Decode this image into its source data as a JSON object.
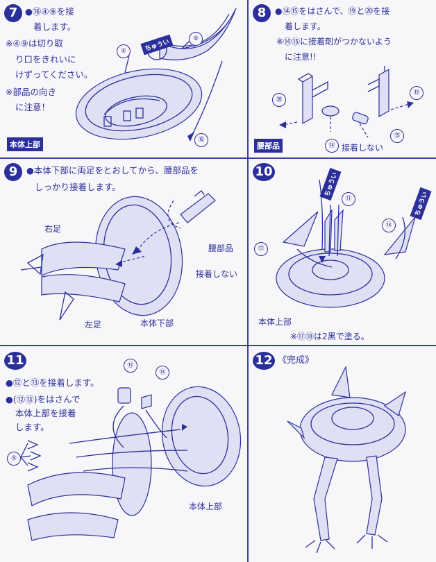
{
  "steps": [
    {
      "number": "7",
      "lines": [
        "●⑯④⑨を接",
        "着します。",
        "※④⑨は切り取",
        "り口をきれいに",
        "けずってください。",
        "※部品の向き",
        "に注意！"
      ],
      "tag": "本体上部",
      "callouts": [
        "④",
        "⑨",
        "⑯"
      ],
      "arrow_label": "ちゅうい"
    },
    {
      "number": "8",
      "lines": [
        "●⑭⑮をはさんで、⑲と⑳を接",
        "着します。",
        "※⑭⑮に接着剤がつかないよう",
        "に注意!!"
      ],
      "tag": "腰部品",
      "callouts": [
        "⑳",
        "⑲",
        "⑭",
        "⑮"
      ],
      "note": "接着しない"
    },
    {
      "number": "9",
      "lines": [
        "●本体下部に両足をとおしてから、腰部品を",
        "しっかり接着します。"
      ],
      "labels": [
        "右足",
        "左足",
        "本体下部",
        "腰部品",
        "接着しない"
      ]
    },
    {
      "number": "10",
      "callouts": [
        "⑪",
        "⑰",
        "⑱"
      ],
      "labels": [
        "本体上部"
      ],
      "arrow_labels": [
        "ちゅうい",
        "ちゅうい"
      ],
      "note": "※⑰⑱は2黒で塗る。"
    },
    {
      "number": "11",
      "lines": [
        "●⑫と⑬を接着します。",
        "●(⑫⑬)をはさんで",
        "本体上部を接着",
        "します。"
      ],
      "callouts": [
        "⑫",
        "⑬",
        "⑤"
      ],
      "labels": [
        "本体上部"
      ]
    },
    {
      "number": "12",
      "title": "《完成》"
    }
  ],
  "colors": {
    "ink": "#2b2f9a",
    "paper": "#f7f6f8"
  }
}
